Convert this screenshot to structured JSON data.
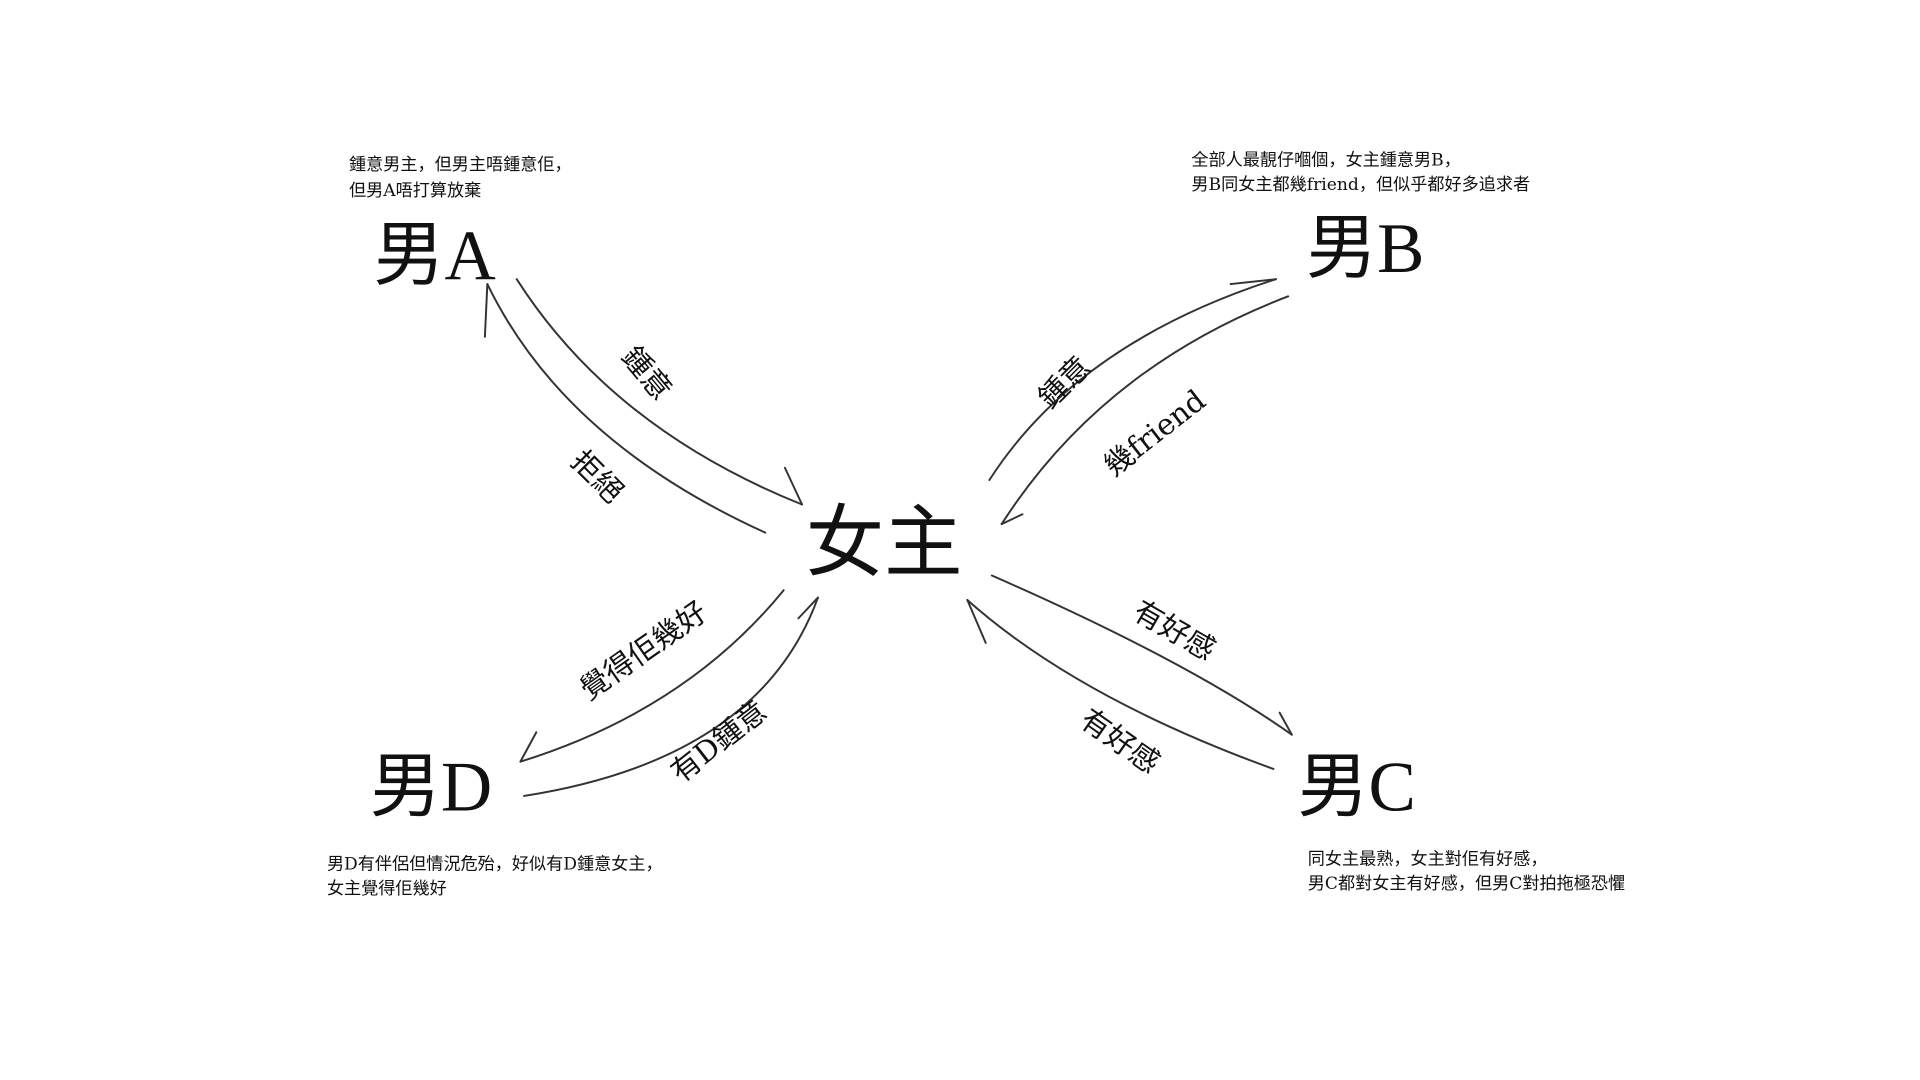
{
  "nodes": {
    "center": "女主",
    "a": "男A",
    "b": "男B",
    "c": "男C",
    "d": "男D"
  },
  "descriptions": {
    "a": [
      "鍾意男主，但男主唔鍾意佢，",
      "但男A唔打算放棄"
    ],
    "b": [
      "全部人最靚仔嗰個，女主鍾意男B，",
      "男B同女主都幾friend，但似乎都好多追求者"
    ],
    "c": [
      "同女主最熟，女主對佢有好感，",
      "男C都對女主有好感，但男C對拍拖極恐懼"
    ],
    "d": [
      "男D有伴侶但情況危殆，好似有D鍾意女主，",
      "女主覺得佢幾好"
    ]
  },
  "edges": {
    "a_to_center": "鍾意",
    "center_to_a": "拒絕",
    "center_to_b": "鍾意",
    "b_to_center": "幾friend",
    "center_to_c": "有好感",
    "c_to_center": "有好感",
    "center_to_d": "覺得佢幾好",
    "d_to_center": "有D鍾意"
  }
}
